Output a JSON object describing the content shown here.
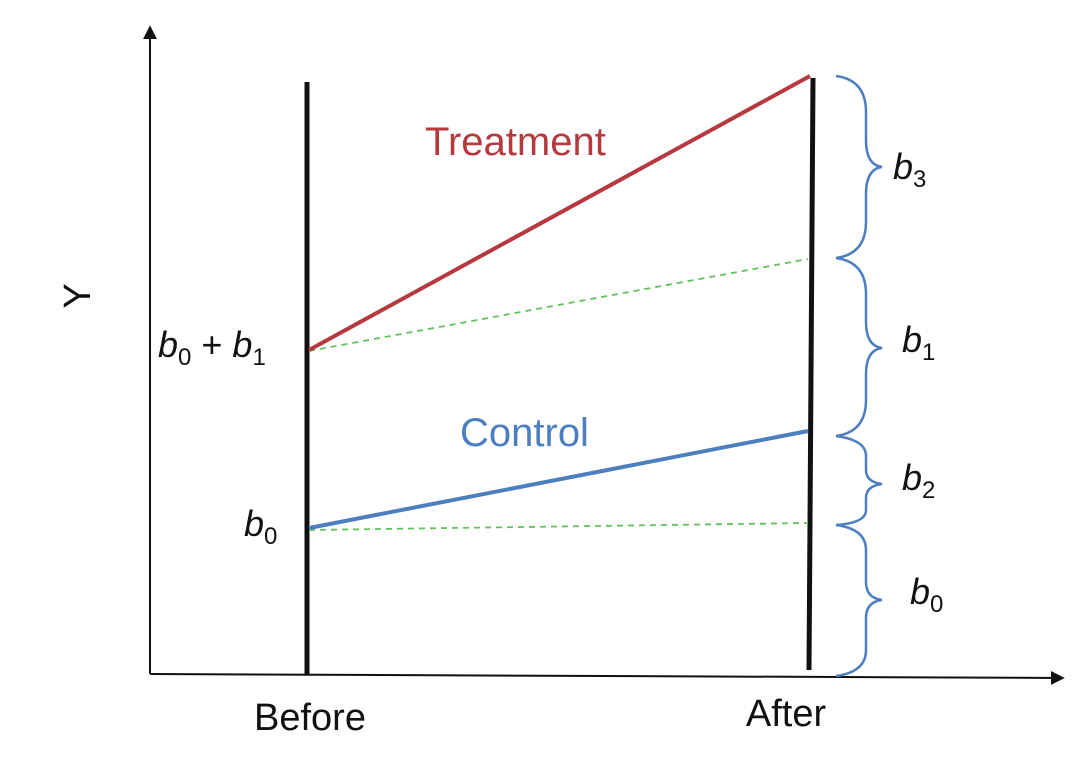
{
  "y_axis_label": "Y",
  "x_axis": {
    "before_label": "Before",
    "after_label": "After"
  },
  "lines": {
    "treatment": {
      "label": "Treatment",
      "color": "#b5393f"
    },
    "control": {
      "label": "Control",
      "color": "#4d7fc0"
    },
    "counterfactual_color": "#62c25a"
  },
  "left_labels": {
    "b0b1": {
      "var1": "b",
      "sub1": "0",
      "op": " + ",
      "var2": "b",
      "sub2": "1"
    },
    "b0": {
      "var": "b",
      "sub": "0"
    }
  },
  "brace_color": "#4d7fc0",
  "braces": [
    {
      "var": "b",
      "sub": "3"
    },
    {
      "var": "b",
      "sub": "1"
    },
    {
      "var": "b",
      "sub": "2"
    },
    {
      "var": "b",
      "sub": "0"
    }
  ]
}
